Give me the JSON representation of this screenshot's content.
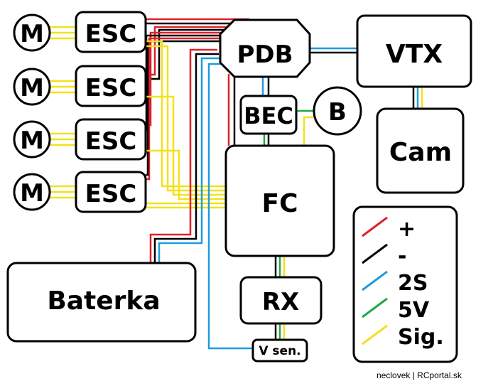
{
  "diagram": {
    "motors": [
      "M",
      "M",
      "M",
      "M"
    ],
    "escs": [
      "ESC",
      "ESC",
      "ESC",
      "ESC"
    ],
    "pdb": "PDB",
    "vtx": "VTX",
    "bec": "BEC",
    "b": "B",
    "cam": "Cam",
    "fc": "FC",
    "battery": "Baterka",
    "rx": "RX",
    "vsen": "V sen.",
    "credit": "neclovek | RCportal.sk"
  },
  "legend": [
    {
      "label": "+",
      "color": "#e0202a"
    },
    {
      "label": "-",
      "color": "#000000"
    },
    {
      "label": "2S",
      "color": "#1e9be0"
    },
    {
      "label": "5V",
      "color": "#21a84a"
    },
    {
      "label": "Sig.",
      "color": "#f2e21a"
    }
  ],
  "wire_colors": {
    "plus": "#e0202a",
    "minus": "#000000",
    "twos": "#1e9be0",
    "fivev": "#21a84a",
    "signal": "#f2e21a"
  }
}
